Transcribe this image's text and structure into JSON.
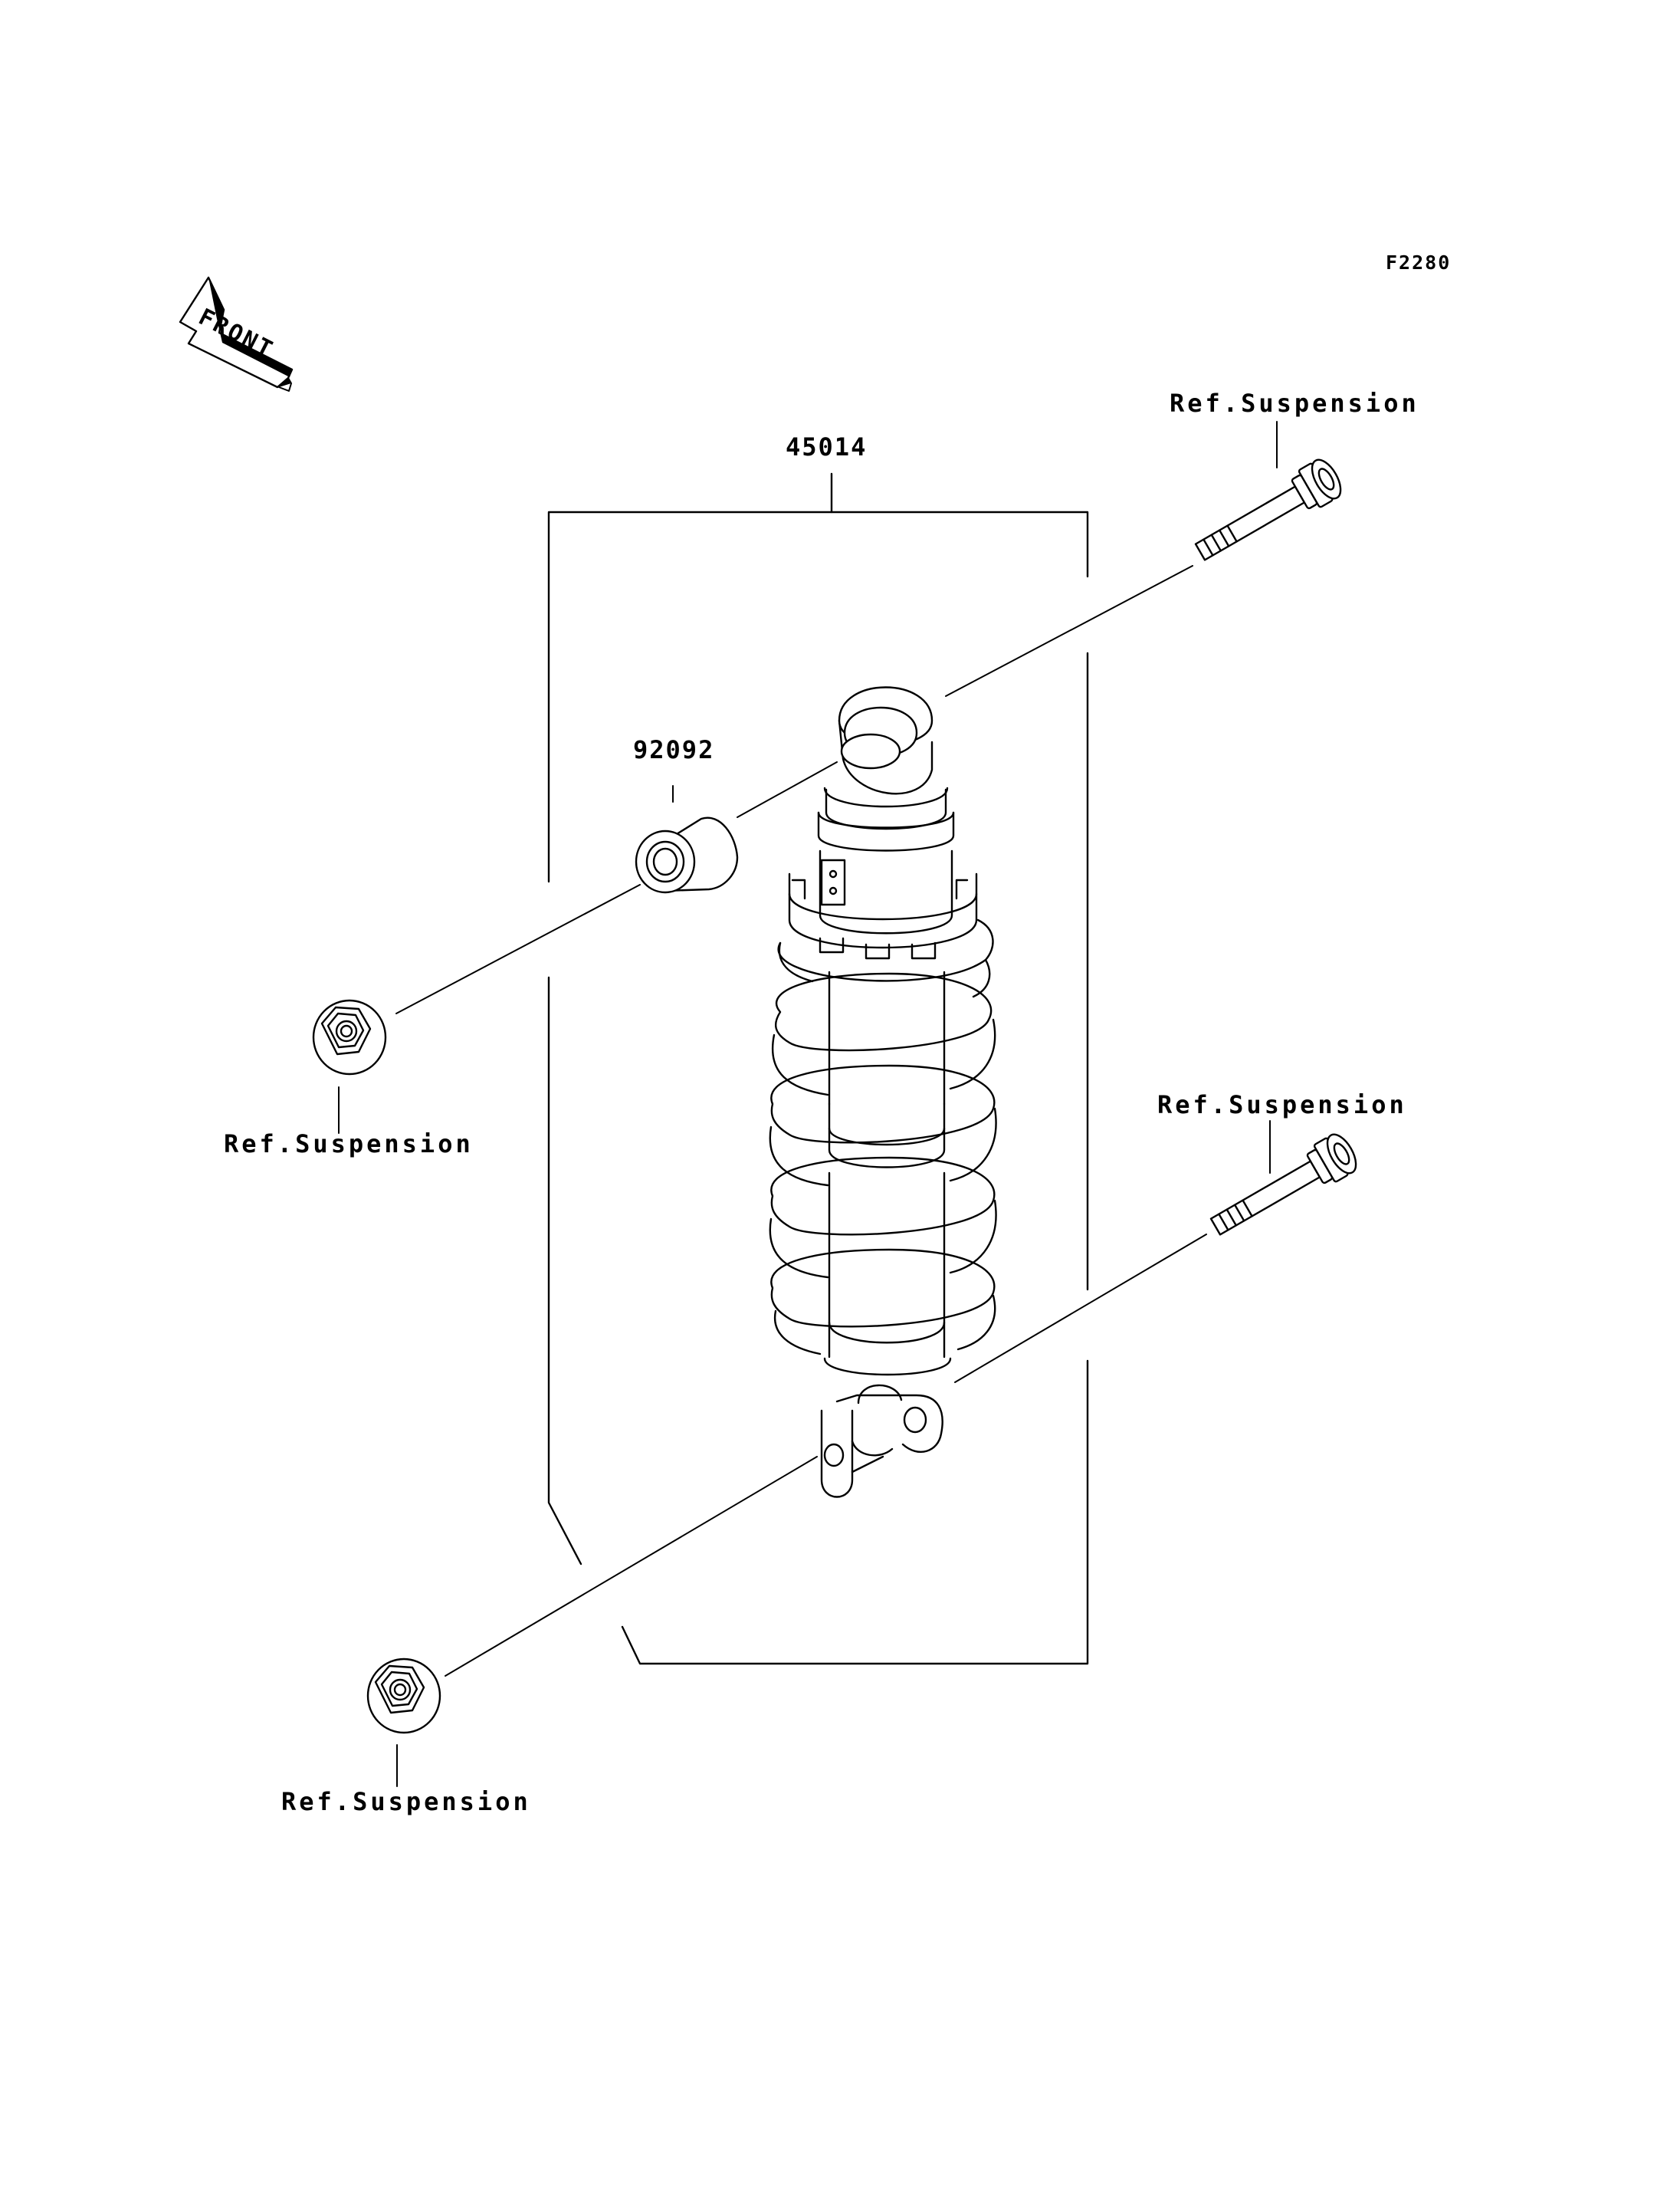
{
  "diagram": {
    "figure_code": "F2280",
    "front_arrow_text": "FRONT",
    "parts": {
      "shock_absorber": "45014",
      "bushing": "92092"
    },
    "references": {
      "top_bolt": "Ref.Suspension",
      "upper_nut": "Ref.Suspension",
      "lower_bolt": "Ref.Suspension",
      "lower_nut": "Ref.Suspension"
    },
    "colors": {
      "ink": "#000000",
      "background": "#ffffff"
    }
  }
}
